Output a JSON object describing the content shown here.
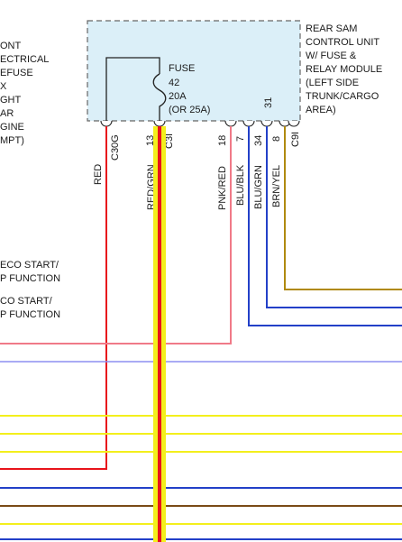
{
  "module": {
    "title_lines": [
      "REAR SAM",
      "CONTROL UNIT",
      "W/ FUSE &",
      "RELAY MODULE",
      "(LEFT SIDE",
      "TRUNK/CARGO",
      "AREA)"
    ],
    "fuse_lines": [
      "FUSE",
      "42",
      "20A",
      "(OR 25A)"
    ],
    "terminal_31": "31"
  },
  "left_text": {
    "top_lines": [
      "ONT",
      "ECTRICAL",
      "EFUSE",
      "X",
      "GHT",
      "AR",
      "GINE",
      "MPT)"
    ],
    "eco1": [
      "ECO START/",
      "P FUNCTION"
    ],
    "eco2": [
      "CO START/",
      "P FUNCTION"
    ]
  },
  "pins": [
    {
      "num": "",
      "conn": "C30G",
      "wire": "RED"
    },
    {
      "num": "13",
      "conn": "C3I",
      "wire": "RED/GRN"
    },
    {
      "num": "18",
      "conn": "",
      "wire": "PNK/RED"
    },
    {
      "num": "7",
      "conn": "",
      "wire": "BLU/BLK"
    },
    {
      "num": "34",
      "conn": "",
      "wire": "BLU/GRN"
    },
    {
      "num": "8",
      "conn": "",
      "wire": "BRN/YEL"
    },
    {
      "num": "",
      "conn": "C9I",
      "wire": ""
    }
  ],
  "colors": {
    "module_fill": "#dbeff8",
    "red": "#e8131b",
    "yellow": "#f3ef1c",
    "pink": "#f07a88",
    "blue": "#2340c8",
    "lavender": "#8d8ff0",
    "brown_yellow": "#b08a10",
    "brown": "#7a4a16"
  }
}
